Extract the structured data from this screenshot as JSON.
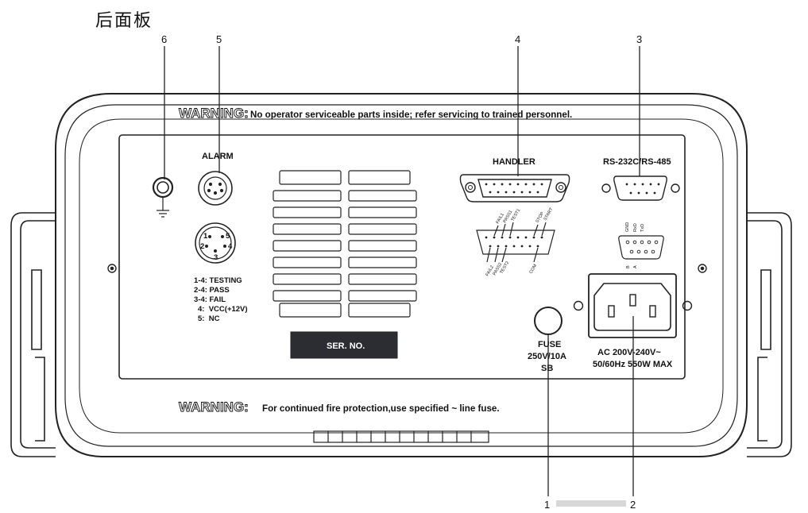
{
  "title": "后面板",
  "callouts": {
    "c1": "1",
    "c2": "2",
    "c3": "3",
    "c4": "4",
    "c5": "5",
    "c6": "6"
  },
  "warnings": {
    "top_prefix": "WARNING:",
    "top_text": "No operator serviceable parts inside; refer servicing to trained personnel.",
    "bottom_prefix": "WARNING:",
    "bottom_text": "For continued fire protection,use specified ~ line fuse."
  },
  "labels": {
    "alarm": "ALARM",
    "handler": "HANDLER",
    "rs": "RS-232C/RS-485",
    "ser_no": "SER. NO.",
    "fuse": "FUSE",
    "fuse_rating": "250V/10A",
    "fuse_type": "SB",
    "ac_line1": "AC 200V-240V~",
    "ac_line2": "50/60Hz 550W MAX"
  },
  "alarm_pins": {
    "p1": "1",
    "p2": "2",
    "p3": "3",
    "p4": "4",
    "p5": "5",
    "legend": [
      "1-4: TESTING",
      "2-4: PASS",
      "3-4: FAIL",
      "4:  VCC(+12V)",
      "5:  NC"
    ]
  },
  "handler_pins": {
    "top": [
      "FAIL1",
      "PASS1",
      "TEST1",
      "STOP",
      "START"
    ],
    "bottom": [
      "FAIL2",
      "PASS2",
      "TEST2",
      "COM"
    ]
  },
  "rs_pins": {
    "top": [
      "GND",
      "RxD",
      "TxD"
    ],
    "bottom": [
      "B",
      "A"
    ]
  }
}
